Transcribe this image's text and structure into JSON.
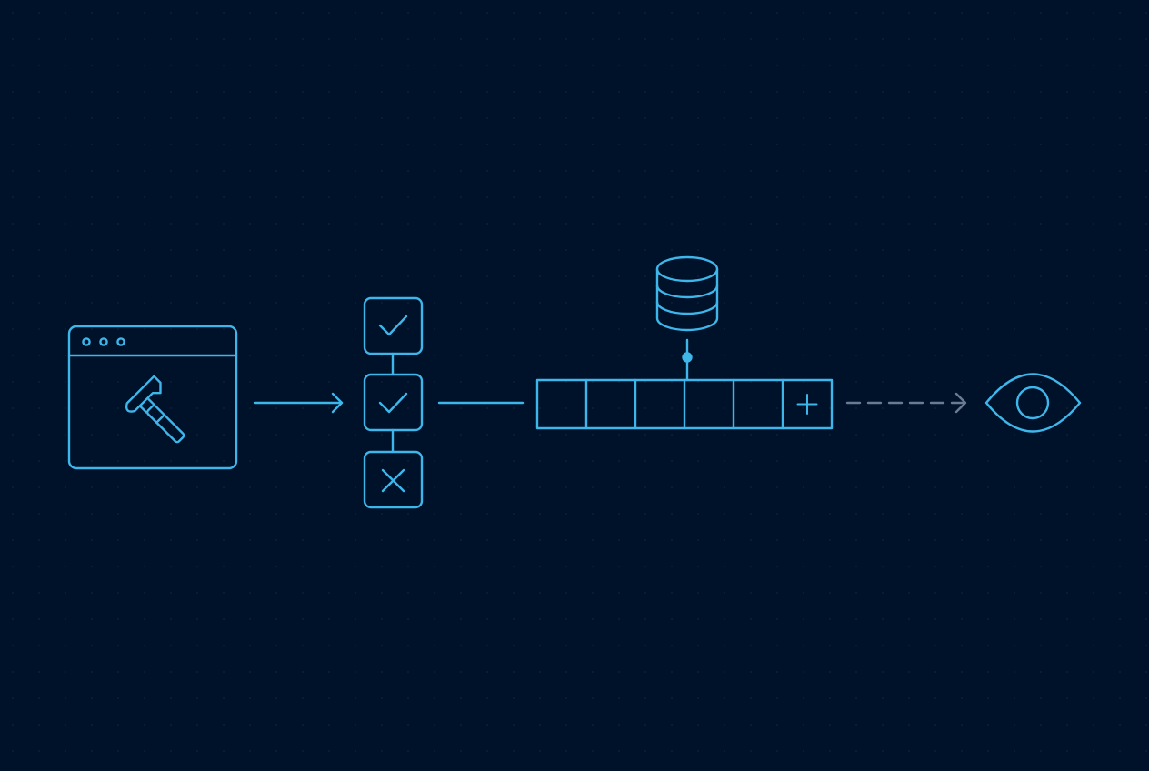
{
  "theme": {
    "background": "#00112a",
    "stroke": "#3fb6ea",
    "dashed_arrow": "#6b7a94",
    "grid_dot": "#0d1f38"
  },
  "pipeline": {
    "steps": [
      {
        "id": "build",
        "icon": "browser-window-hammer-icon"
      },
      {
        "id": "checks",
        "icon": "check-list-icon",
        "results": [
          "pass",
          "pass",
          "fail"
        ]
      },
      {
        "id": "artifact-store",
        "icon": "database-icon",
        "slots": 6,
        "has_add_slot": true
      },
      {
        "id": "preview",
        "icon": "eye-icon"
      }
    ],
    "connectors": [
      {
        "from": "build",
        "to": "checks",
        "style": "solid-arrow"
      },
      {
        "from": "checks",
        "to": "artifact-store",
        "style": "solid-line"
      },
      {
        "from": "artifact-store",
        "to": "preview",
        "style": "dashed-arrow"
      }
    ]
  }
}
